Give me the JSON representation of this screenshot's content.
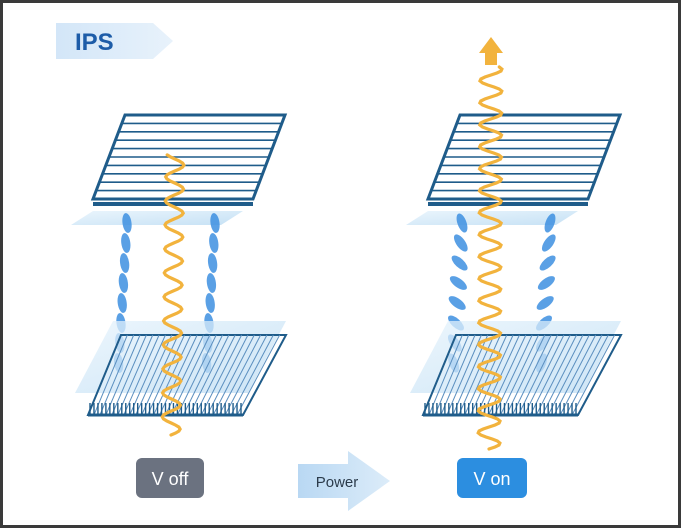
{
  "title_tag": "IPS",
  "power_label": "Power",
  "states": {
    "off": {
      "label": "V off"
    },
    "on": {
      "label": "V on"
    }
  },
  "colors": {
    "tag_bg": "#dcebf9",
    "tag_text": "#1d5ca8",
    "polarizer_edge": "#1f5c8a",
    "polarizer_top_fill": "#ffffff",
    "glass": "#cfe6f7",
    "crystal": "#3d8fe0",
    "light_wave": "#f2b33d",
    "off_badge": "#6b7280",
    "on_badge": "#2c8ee0",
    "power_arrow": "#cfe3f5"
  }
}
